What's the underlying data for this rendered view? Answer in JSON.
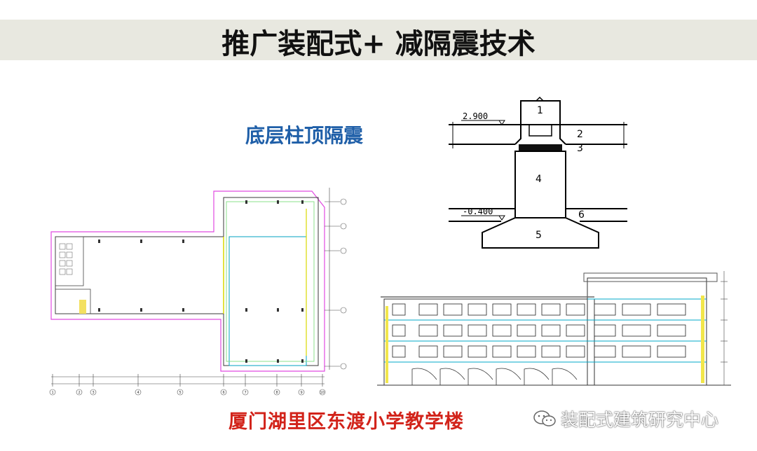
{
  "title": "推广装配式+ 减隔震技术",
  "subtitle": "底层柱顶隔震",
  "caption": "厦门湖里区东渡小学教学楼",
  "watermark": "装配式建筑研究中心",
  "detail_drawing": {
    "levels": [
      "2.900",
      "-0.400"
    ],
    "parts": [
      "1",
      "2",
      "3",
      "4",
      "5",
      "6"
    ]
  },
  "plan_drawing": {
    "axis_numbers": [
      "1",
      "2",
      "3",
      "4",
      "5",
      "6",
      "7",
      "8",
      "9",
      "10"
    ]
  },
  "icons": {
    "watermark": "wechat-icon"
  }
}
